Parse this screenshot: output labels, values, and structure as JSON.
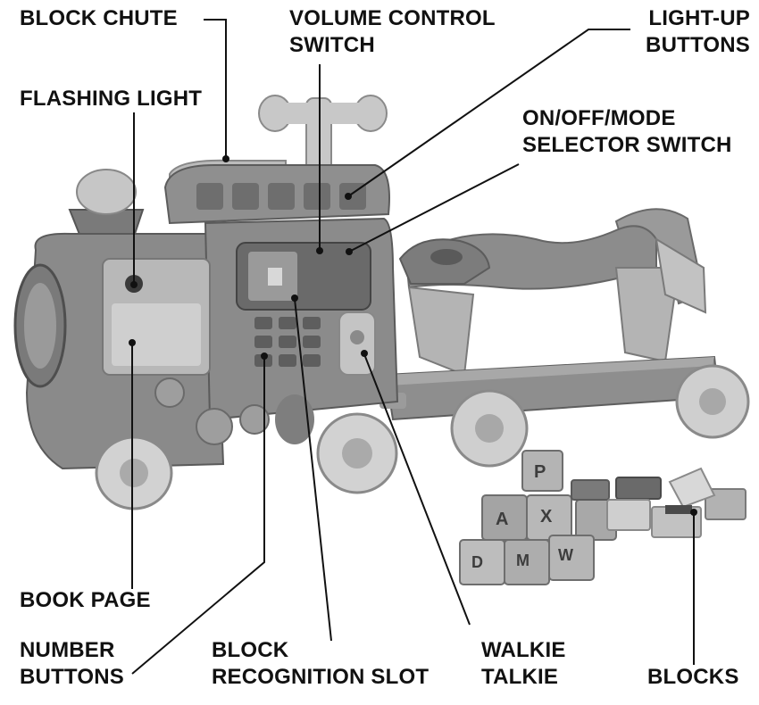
{
  "labels": {
    "block_chute": "BLOCK CHUTE",
    "volume_control": [
      "VOLUME CONTROL",
      "SWITCH"
    ],
    "light_up": [
      "LIGHT-UP",
      "BUTTONS"
    ],
    "flashing_light": "FLASHING LIGHT",
    "on_off_mode": [
      "ON/OFF/MODE",
      "SELECTOR SWITCH"
    ],
    "book_page": "BOOK PAGE",
    "number_buttons": [
      "NUMBER",
      "BUTTONS"
    ],
    "block_recognition": [
      "BLOCK",
      "RECOGNITION SLOT"
    ],
    "walkie_talkie": [
      "WALKIE",
      "TALKIE"
    ],
    "blocks": "BLOCKS"
  },
  "block_letters": {
    "p": "P",
    "a": "A",
    "x": "X",
    "d": "D",
    "m": "M",
    "w": "W"
  },
  "colors": {
    "label_text": "#111111",
    "leader_line": "#111111",
    "toy_dark": "#6f6f6f",
    "toy_mid": "#a6a6a6",
    "toy_light": "#d4d4d4"
  }
}
